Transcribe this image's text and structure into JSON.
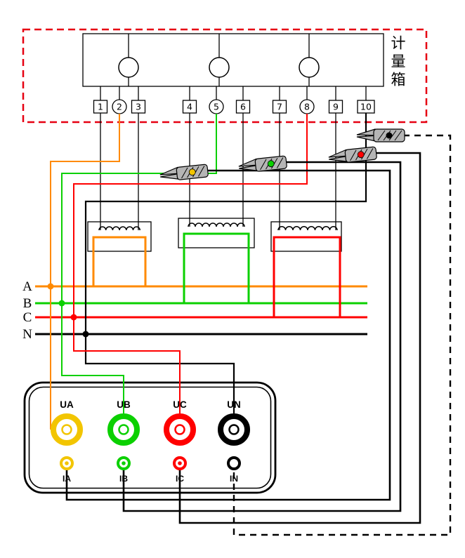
{
  "meter_box": {
    "label": "计量箱",
    "terminals": [
      "1",
      "2",
      "3",
      "4",
      "5",
      "6",
      "7",
      "8",
      "9",
      "10"
    ]
  },
  "buses": {
    "labels": [
      "A",
      "B",
      "C",
      "N"
    ]
  },
  "clips": [
    {
      "dot": "yellow"
    },
    {
      "dot": "green"
    },
    {
      "dot": "red"
    },
    {
      "dot": "black"
    }
  ],
  "device": {
    "voltage_terminals": [
      "UA",
      "UB",
      "UC",
      "UN"
    ],
    "current_terminals": [
      "IA",
      "IB",
      "IC",
      "IN"
    ]
  },
  "colors": {
    "orange": "#FF8A00",
    "green": "#0BD000",
    "red": "#FF0000",
    "black": "#000000",
    "yellow": "#F2C500",
    "dashed_box_red": "#E60012",
    "clip_gray": "#B5B5B5"
  }
}
